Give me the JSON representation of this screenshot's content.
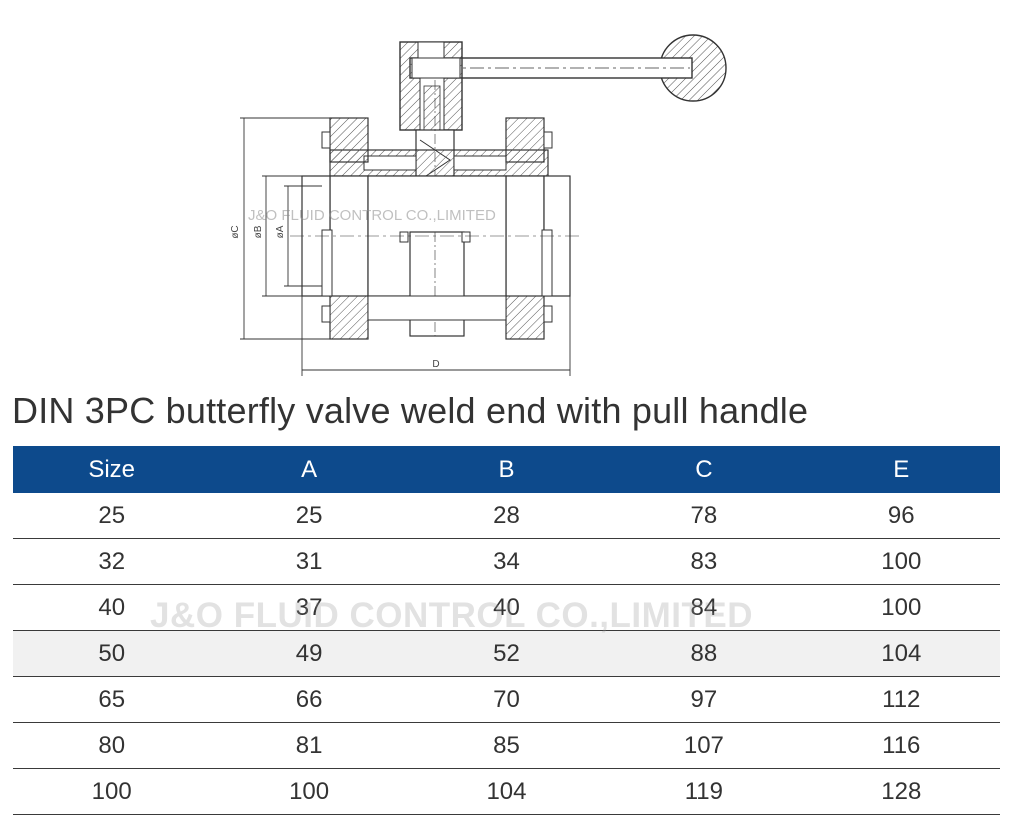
{
  "drawing": {
    "dimension_labels": {
      "c": "øC",
      "b": "øB",
      "a": "øA",
      "d": "D"
    },
    "watermark": "J&O FLUID CONTROL CO.,LIMITED"
  },
  "title": "DIN 3PC butterfly valve weld end with pull handle",
  "table": {
    "headers": [
      "Size",
      "A",
      "B",
      "C",
      "E"
    ],
    "rows": [
      [
        "25",
        "25",
        "28",
        "78",
        "96"
      ],
      [
        "32",
        "31",
        "34",
        "83",
        "100"
      ],
      [
        "40",
        "37",
        "40",
        "84",
        "100"
      ],
      [
        "50",
        "49",
        "52",
        "88",
        "104"
      ],
      [
        "65",
        "66",
        "70",
        "97",
        "112"
      ],
      [
        "80",
        "81",
        "85",
        "107",
        "116"
      ],
      [
        "100",
        "100",
        "104",
        "119",
        "128"
      ]
    ]
  },
  "watermark": "J&O FLUID CONTROL CO.,LIMITED"
}
